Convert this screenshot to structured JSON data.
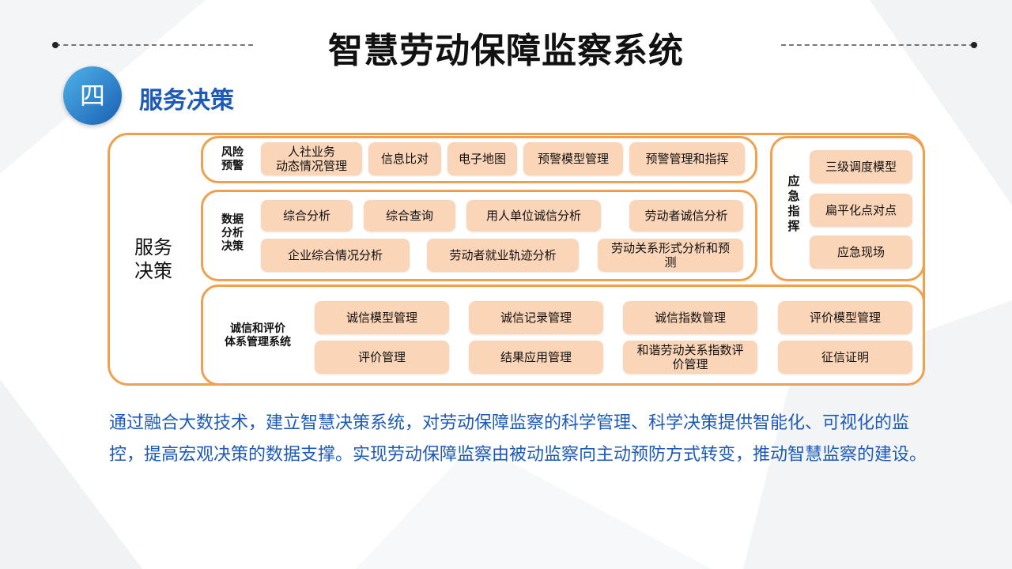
{
  "title": "智慧劳动保障监察系统",
  "section": {
    "number": "四",
    "title": "服务决策"
  },
  "diagram": {
    "main_label": "服务\n决策",
    "risk": {
      "label": "风险\n预警",
      "items": [
        "人社业务\n动态情况管理",
        "信息比对",
        "电子地图",
        "预警模型管理",
        "预警管理和指挥"
      ]
    },
    "analysis": {
      "label": "数据\n分析\n决策",
      "row1": [
        "综合分析",
        "综合查询",
        "用人单位诚信分析",
        "劳动者诚信分析"
      ],
      "row2": [
        "企业综合情况分析",
        "劳动者就业轨迹分析",
        "劳动关系形式分析和预\n测"
      ]
    },
    "emergency": {
      "label": "应\n急\n指\n挥",
      "items": [
        "三级调度模型",
        "扁平化点对点",
        "应急现场"
      ]
    },
    "credit": {
      "label": "诚信和评价\n体系管理系统",
      "row1": [
        "诚信模型管理",
        "诚信记录管理",
        "诚信指数管理",
        "评价模型管理"
      ],
      "row2": [
        "评价管理",
        "结果应用管理",
        "和谐劳动关系指数评\n价管理",
        "征信证明"
      ]
    }
  },
  "description": "通过融合大数技术，建立智慧决策系统，对劳动保障监察的科学管理、科学决策提供智能化、可视化的监控，提高宏观决策的数据支撑。实现劳动保障监察由被动监察向主动预防方式转变，推动智慧监察的建设。",
  "colors": {
    "accent": "#1d5ab8",
    "panel_border": "#f0a14e",
    "pill_fill": "#fbd5b7"
  }
}
